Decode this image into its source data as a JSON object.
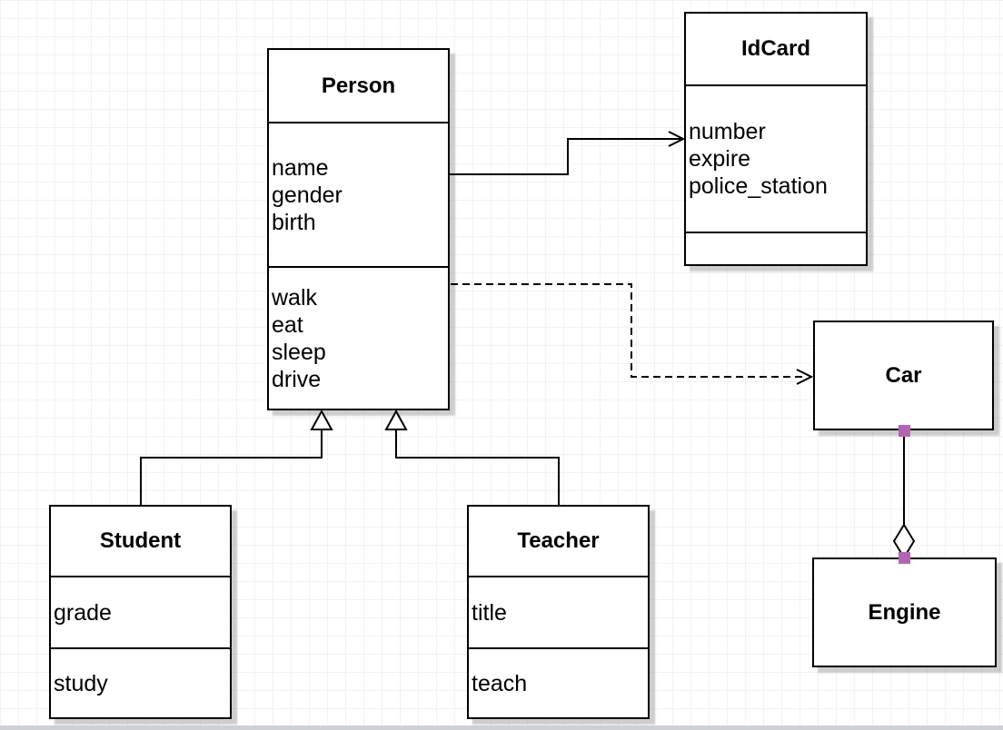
{
  "diagram": {
    "kind": "uml-class-diagram"
  },
  "colors": {
    "box_border": "#000000",
    "box_fill": "#ffffff",
    "grid_line": "#f2f2f2",
    "shadow": "#c8c8c8",
    "endpoint_handle": "#b266b2",
    "bottom_bar": "#ccd1d8"
  },
  "classes": {
    "person": {
      "title": "Person",
      "attributes": [
        "name",
        "gender",
        "birth"
      ],
      "methods": [
        "walk",
        "eat",
        "sleep",
        "drive"
      ]
    },
    "idcard": {
      "title": "IdCard",
      "attributes": [
        "number",
        "expire",
        "police_station"
      ],
      "methods": []
    },
    "car": {
      "title": "Car"
    },
    "engine": {
      "title": "Engine"
    },
    "student": {
      "title": "Student",
      "attributes": [
        "grade"
      ],
      "methods": [
        "study"
      ]
    },
    "teacher": {
      "title": "Teacher",
      "attributes": [
        "title"
      ],
      "methods": [
        "teach"
      ]
    }
  },
  "relationships": [
    {
      "from": "Person",
      "to": "IdCard",
      "type": "association",
      "style": "solid-open-arrow"
    },
    {
      "from": "Person",
      "to": "Car",
      "type": "dependency",
      "style": "dashed-open-arrow"
    },
    {
      "from": "Student",
      "to": "Person",
      "type": "generalization",
      "style": "solid-hollow-triangle"
    },
    {
      "from": "Teacher",
      "to": "Person",
      "type": "generalization",
      "style": "solid-hollow-triangle"
    },
    {
      "from": "Car",
      "to": "Engine",
      "type": "aggregation",
      "style": "solid-hollow-diamond"
    }
  ]
}
